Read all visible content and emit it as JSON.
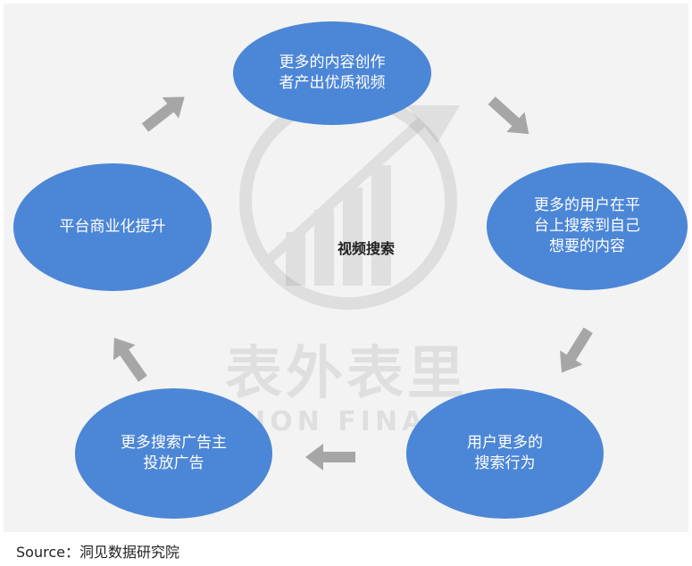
{
  "diagram": {
    "center_label": "视频搜索",
    "nodes": [
      {
        "id": "top",
        "label": "更多的内容创作\n者产出优质视频"
      },
      {
        "id": "right",
        "label": "更多的用户在平\n台上搜索到自己\n想要的内容"
      },
      {
        "id": "bottom-right",
        "label": "用户更多的\n搜索行为"
      },
      {
        "id": "bottom-left",
        "label": "更多搜索广告主\n投放广告"
      },
      {
        "id": "left",
        "label": "平台商业化提升"
      }
    ],
    "colors": {
      "node": "#4c86d6",
      "arrow": "#a6a6a6",
      "background": "#f3f3f3"
    }
  },
  "watermark": {
    "title": "表外表里",
    "subtitle": "VISION FINANCE"
  },
  "source": "Source：洞见数据研究院"
}
